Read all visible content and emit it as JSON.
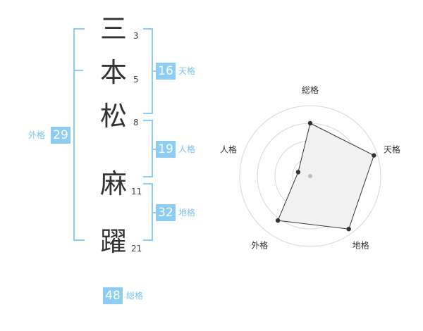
{
  "name": {
    "characters": [
      {
        "char": "三",
        "strokes": "3"
      },
      {
        "char": "本",
        "strokes": "5"
      },
      {
        "char": "松",
        "strokes": "8"
      },
      {
        "char": "麻",
        "strokes": "11"
      },
      {
        "char": "躍",
        "strokes": "21"
      }
    ]
  },
  "fortune": {
    "tenkaku": {
      "value": "16",
      "label": "天格"
    },
    "jinkaku": {
      "value": "19",
      "label": "人格"
    },
    "chikaku": {
      "value": "32",
      "label": "地格"
    },
    "gaikaku": {
      "value": "29",
      "label": "外格"
    },
    "soukaku": {
      "value": "48",
      "label": "総格"
    }
  },
  "radar": {
    "axes": [
      "総格",
      "天格",
      "地格",
      "外格",
      "人格"
    ],
    "values": [
      0.75,
      0.95,
      0.93,
      0.78,
      0.18
    ],
    "ring_count": 4,
    "colors": {
      "fill": "#f1f1f1",
      "stroke": "#333333",
      "ring": "#d7d7d7",
      "point": "#333333"
    }
  },
  "colors": {
    "accent": "#8ecdf3"
  }
}
